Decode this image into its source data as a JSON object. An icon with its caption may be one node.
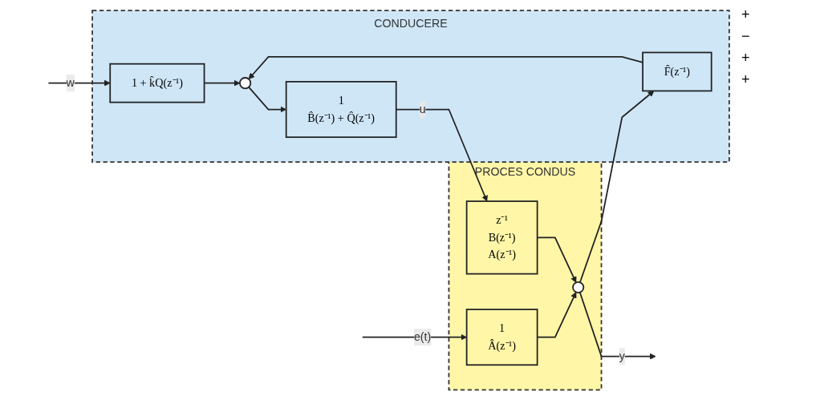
{
  "diagram": {
    "nodes": [
      {
        "text": [
          "CONDUCERE"
        ]
      },
      {
        "text": [
          "1 + k̂Q(z⁻¹)"
        ],
        "in": 0
      },
      {
        "text": [],
        "shape": "circle",
        "in": 0
      },
      {
        "text": [
          "1",
          "B̂(z⁻¹) + Q̂(z⁻¹)"
        ],
        "in": 0
      },
      {
        "text": [
          "F̂(z⁻¹)"
        ],
        "in": 0
      },
      {
        "text": [
          "PROCES CONDUS"
        ]
      },
      {
        "text": [
          "z⁻¹",
          "B(z⁻¹)",
          "A(z⁻¹)"
        ],
        "in": 5
      },
      {
        "text": [
          "1",
          "Â(z⁻¹)"
        ],
        "in": 5
      },
      {
        "text": [],
        "shape": "circle",
        "in": 5
      }
    ],
    "edges": [
      {
        "from": null,
        "to": 1,
        "arrow": "to",
        "label": "w"
      },
      {
        "from": 1,
        "to": 2,
        "arrow": "to"
      },
      {
        "from": 2,
        "to": 3,
        "arrow": "to"
      },
      {
        "from": 3,
        "to": 6,
        "arrow": "to",
        "label": "u"
      },
      {
        "from": 6,
        "to": 8,
        "arrow": "to"
      },
      {
        "from": null,
        "to": 7,
        "arrow": "to",
        "label": "e(t)"
      },
      {
        "from": 7,
        "to": 8,
        "arrow": "to"
      },
      {
        "from": 8,
        "to": null,
        "arrow": "to",
        "label": "y"
      },
      {
        "from": 8,
        "to": 4,
        "arrow": "to"
      },
      {
        "from": 4,
        "to": 2,
        "arrow": "to"
      }
    ],
    "labels": [
      "+",
      "−",
      "+",
      "+"
    ]
  }
}
